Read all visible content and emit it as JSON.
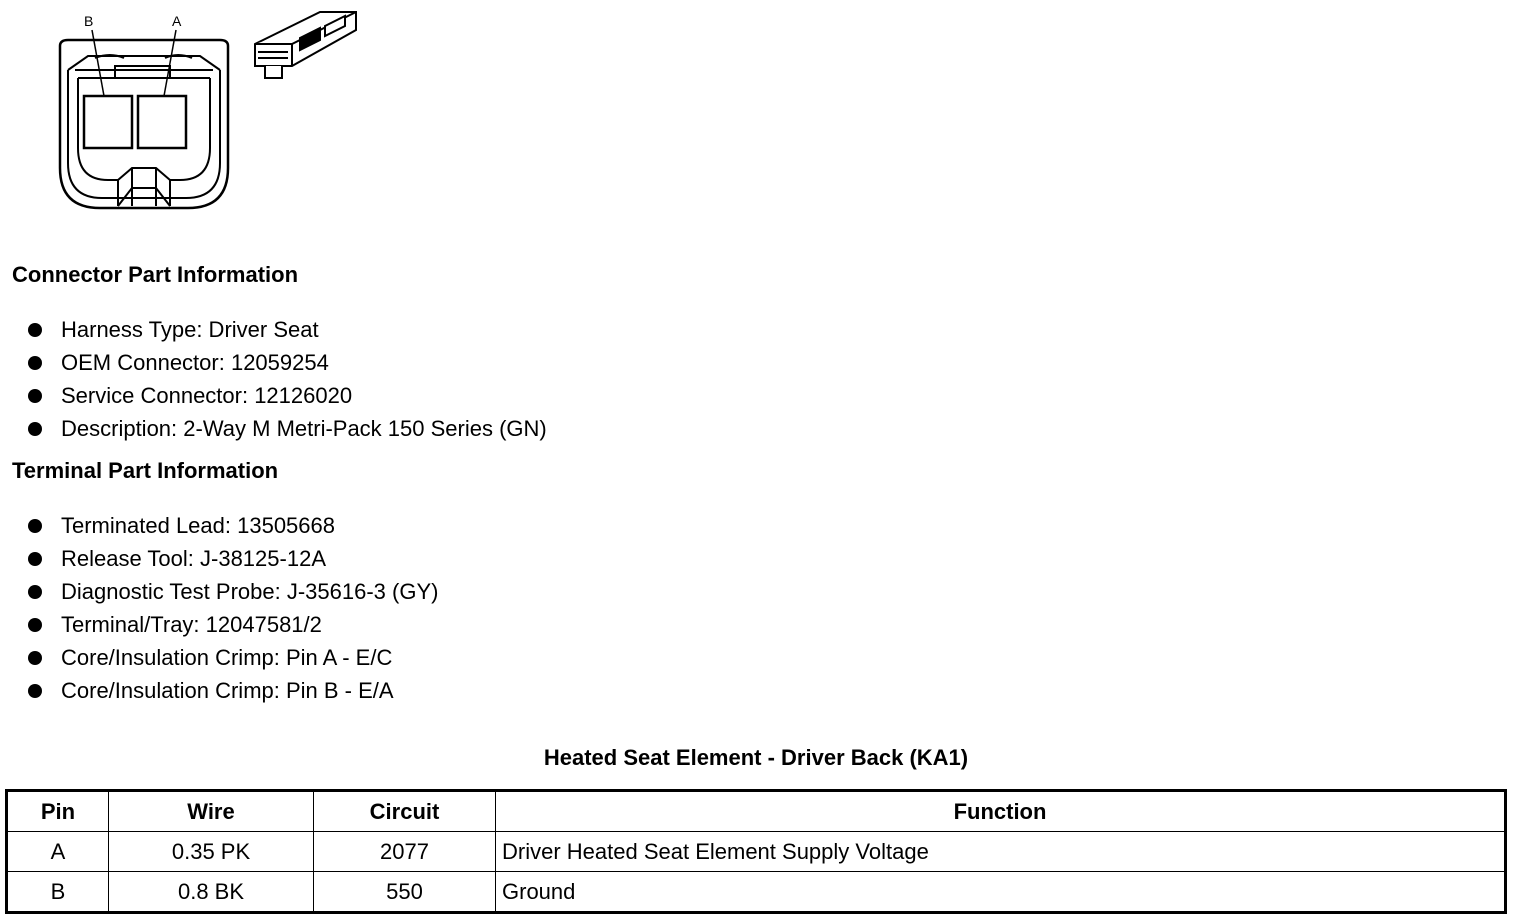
{
  "diagram": {
    "pin_labels": [
      "B",
      "A"
    ]
  },
  "connector_info": {
    "heading": "Connector Part Information",
    "items": [
      "Harness Type: Driver Seat",
      "OEM Connector: 12059254",
      "Service Connector: 12126020",
      "Description: 2-Way M Metri-Pack 150 Series (GN)"
    ]
  },
  "terminal_info": {
    "heading": "Terminal Part Information",
    "items": [
      "Terminated Lead: 13505668",
      "Release Tool: J-38125-12A",
      "Diagnostic Test Probe: J-35616-3 (GY)",
      "Terminal/Tray: 12047581/2",
      "Core/Insulation Crimp: Pin A - E/C",
      "Core/Insulation Crimp: Pin B - E/A"
    ]
  },
  "table": {
    "title": "Heated Seat Element - Driver Back (KA1)",
    "headers": [
      "Pin",
      "Wire",
      "Circuit",
      "Function"
    ],
    "rows": [
      [
        "A",
        "0.35 PK",
        "2077",
        "Driver Heated Seat Element Supply Voltage"
      ],
      [
        "B",
        "0.8 BK",
        "550",
        "Ground"
      ]
    ]
  }
}
